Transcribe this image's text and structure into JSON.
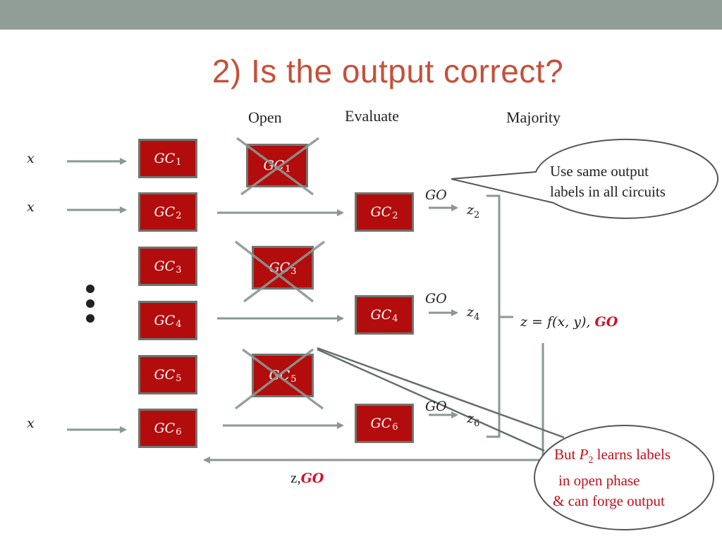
{
  "title": "2) Is the output correct?",
  "columns": {
    "open": "Open",
    "evaluate": "Evaluate",
    "majority": "Majority"
  },
  "inputs": [
    "x",
    "x",
    "x"
  ],
  "garbled": {
    "prefix": "GC",
    "subs": [
      "1",
      "2",
      "3",
      "4",
      "5",
      "6"
    ]
  },
  "outputs": {
    "go": "GO",
    "z": "z",
    "z_subs": [
      "2",
      "4",
      "6"
    ]
  },
  "result": {
    "expr": "z = f(x, y),",
    "go": "GO"
  },
  "bottom_label": {
    "z": "z,",
    "go": "GO"
  },
  "callouts": {
    "same_labels": [
      "Use same output",
      "labels in all circuits"
    ],
    "but_p2": {
      "prefix": "But",
      "p": "P",
      "sub": "2",
      "rest": "learns labels",
      "line2": "in open phase",
      "line3": "& can forge output"
    }
  },
  "colors": {
    "box": "#b30c0c",
    "arrow": "#8a9892",
    "title": "#c5503a",
    "topbar": "#919e97",
    "warning": "#c0101a"
  }
}
